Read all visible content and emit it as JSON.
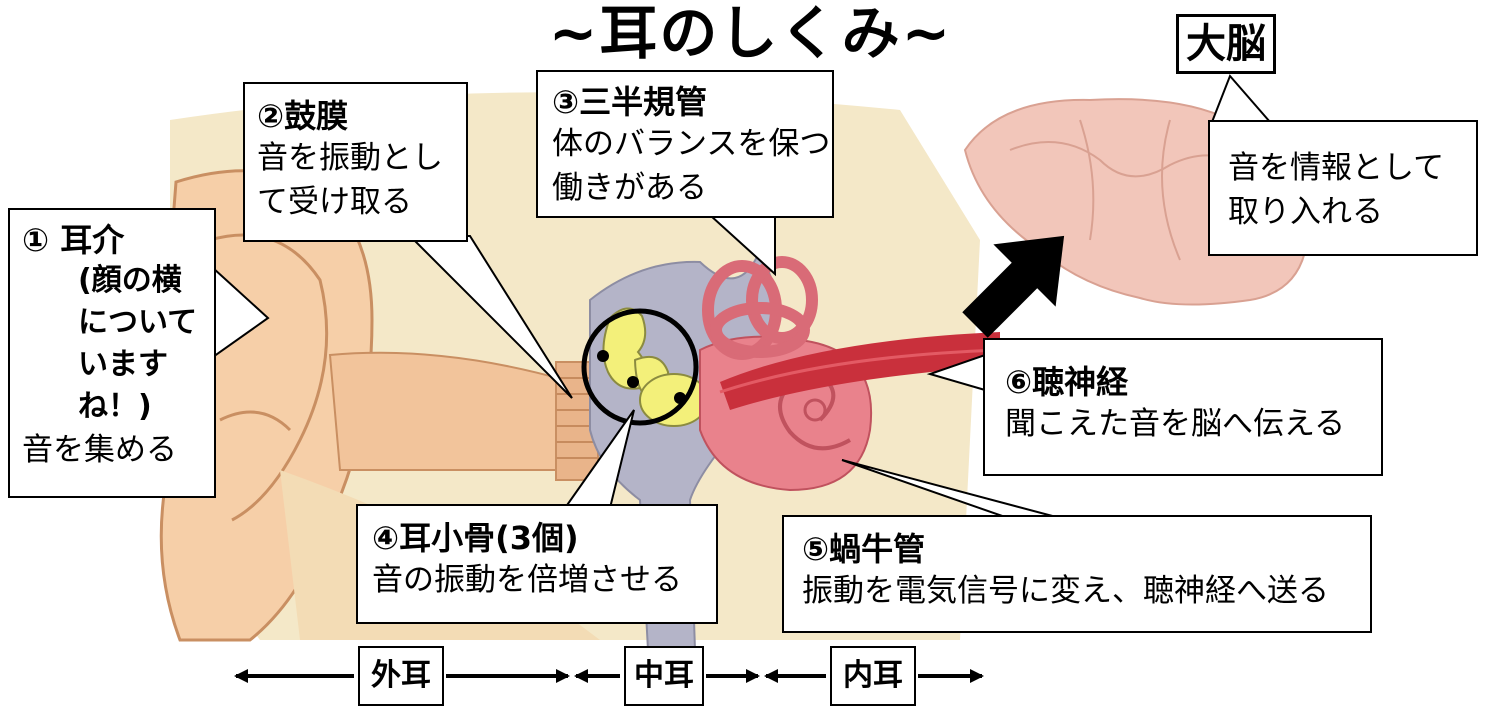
{
  "title": "~耳のしくみ~",
  "brain_label": "大脳",
  "callouts": {
    "pinna": {
      "head": "① 耳介",
      "body": [
        "(顔の横",
        "について",
        "います",
        "ね！)"
      ],
      "caption": "音を集める"
    },
    "eardrum": {
      "head": "②鼓膜",
      "body": [
        "音を振動とし",
        "て受け取る"
      ]
    },
    "canals": {
      "head": "③三半規管",
      "body": [
        "体のバランスを保つ",
        "働きがある"
      ]
    },
    "ossicles": {
      "head": "④耳小骨(3個)",
      "body": [
        "音の振動を倍増させる"
      ]
    },
    "cochlea": {
      "head": "⑤蝸牛管",
      "body": [
        "振動を電気信号に変え、聴神経へ送る"
      ]
    },
    "nerve": {
      "head": "⑥聴神経",
      "body": [
        "聞こえた音を脳へ伝える"
      ]
    },
    "brain": {
      "body": [
        "音を情報として",
        "取り入れる"
      ]
    }
  },
  "regions": [
    "外耳",
    "中耳",
    "内耳"
  ],
  "colors": {
    "skin": "#f6cfa8",
    "skin_dark": "#e9b48a",
    "ear_canal": "#f2c49b",
    "background_tan": "#f4e8c8",
    "bone_gray": "#b4b4c8",
    "ossicle_yellow": "#f3f07a",
    "cochlea_pink": "#e9828c",
    "nerve_red": "#c9303c",
    "brain_pink": "#f2c6ba"
  }
}
